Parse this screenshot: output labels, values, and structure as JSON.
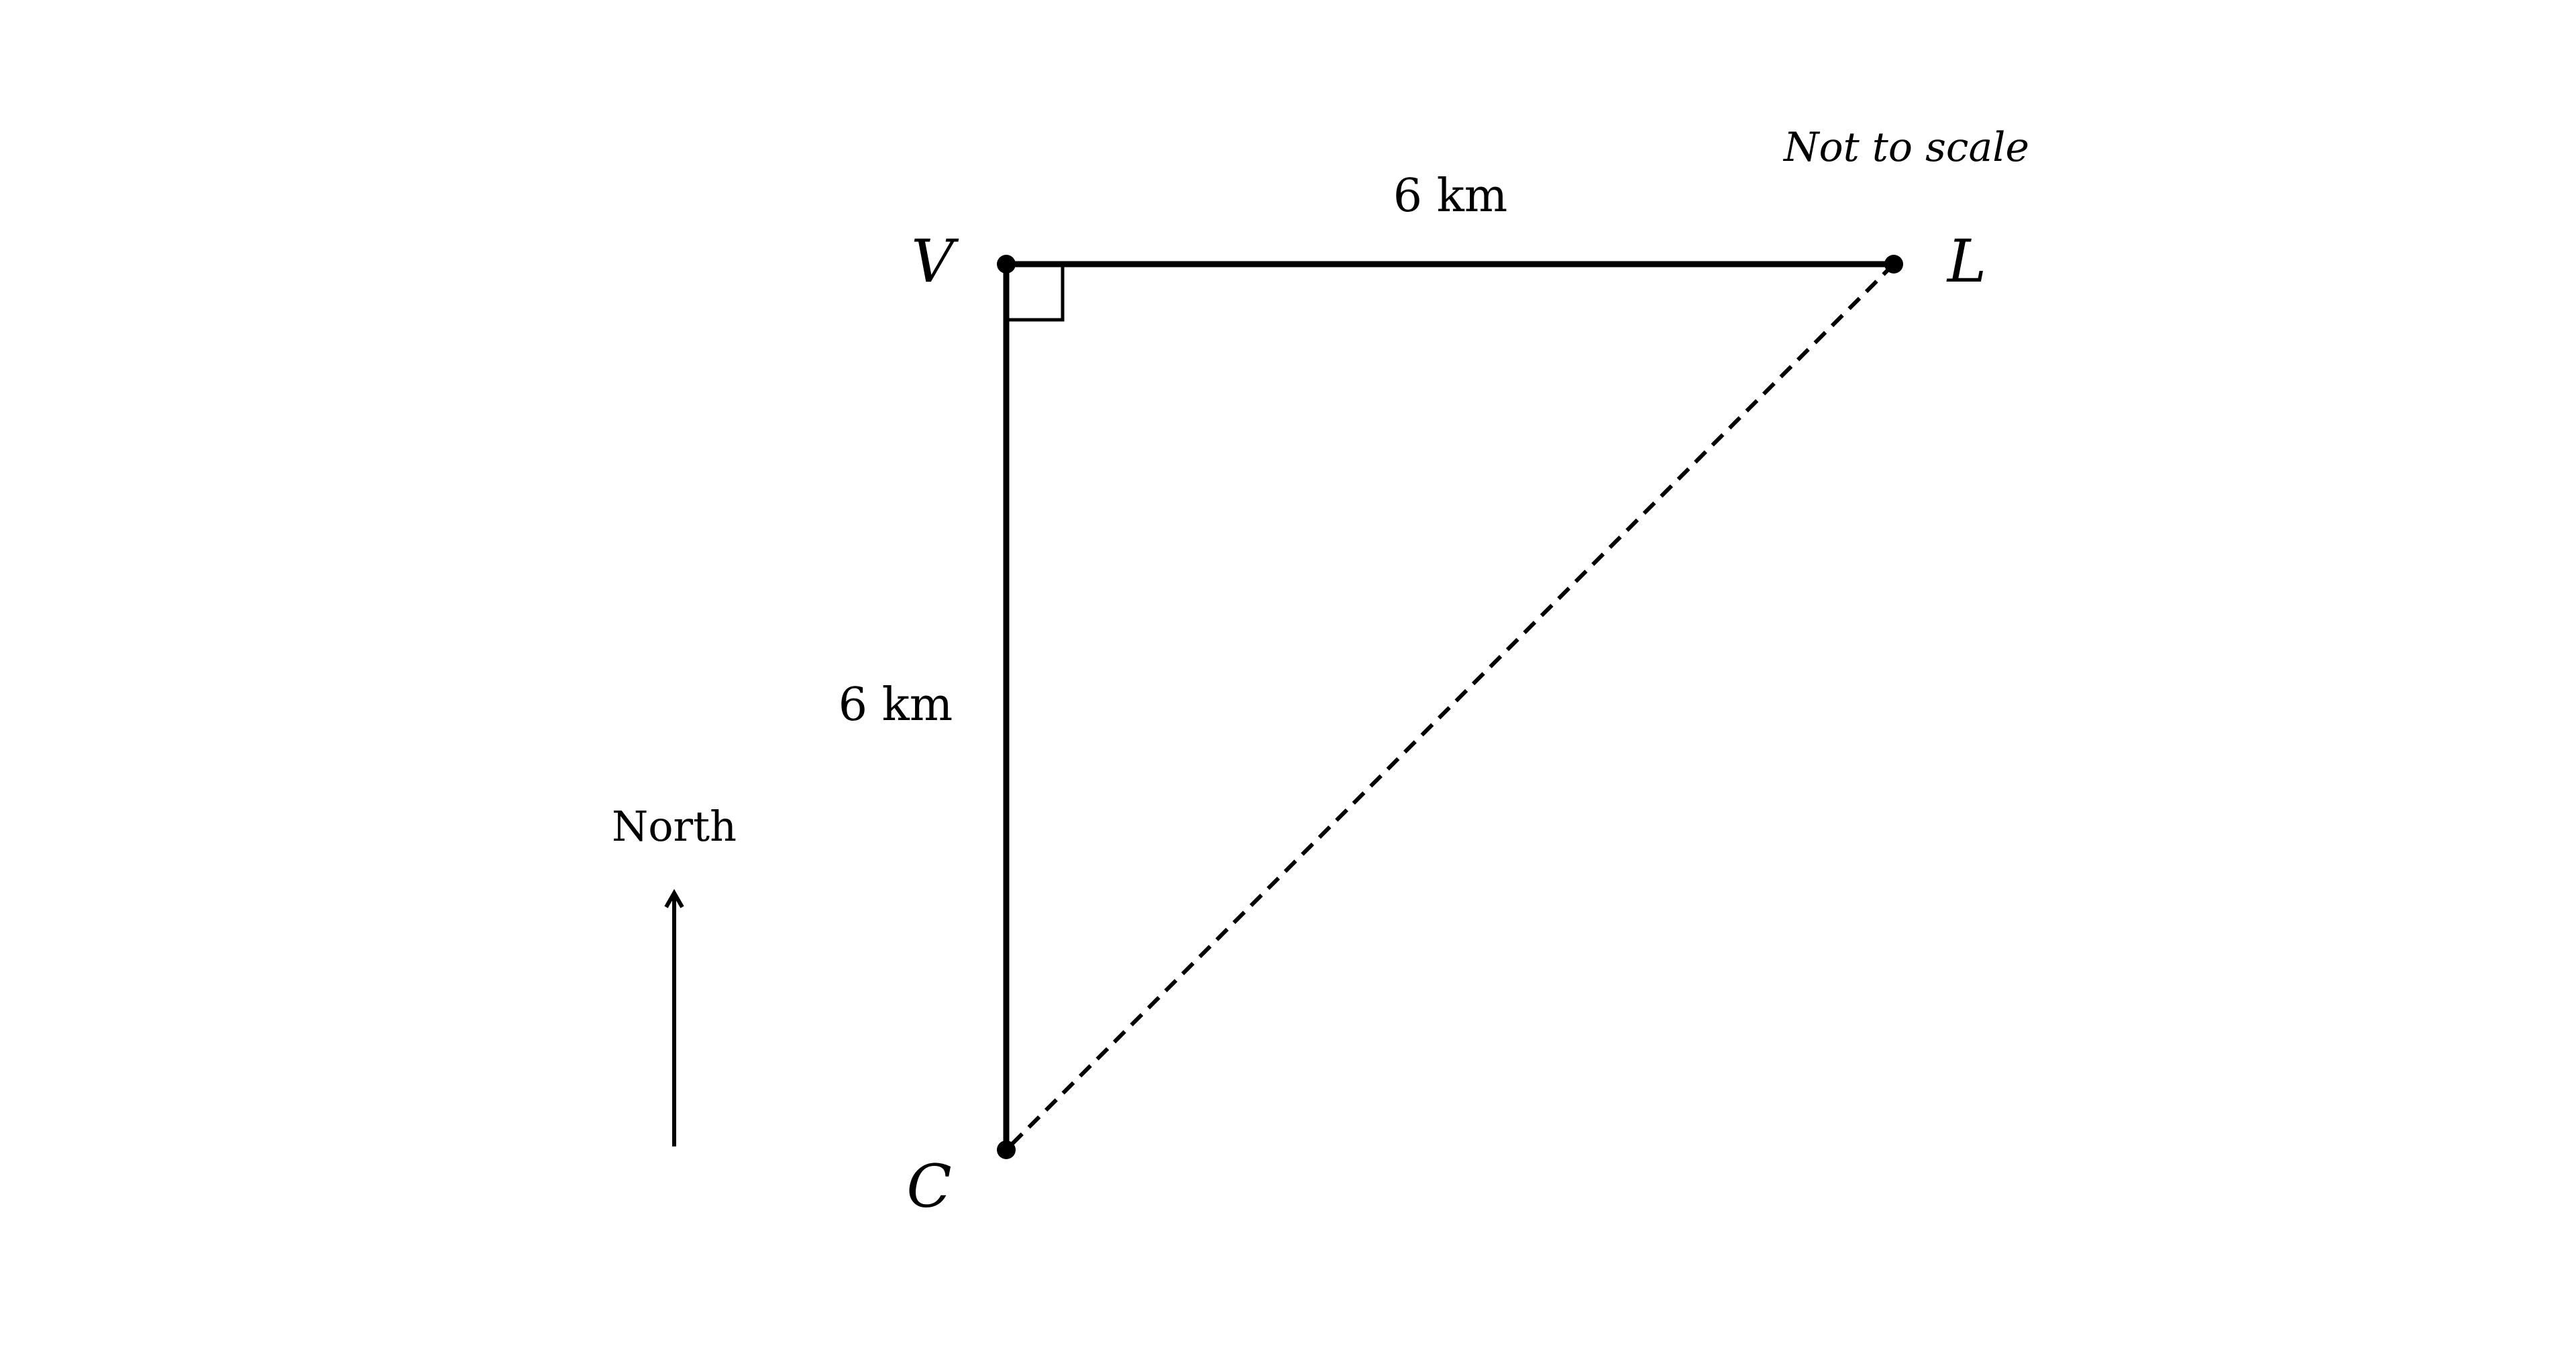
{
  "diagram": {
    "points": {
      "V": "V",
      "L": "L",
      "C": "C"
    },
    "side_VL": "6 km",
    "side_VC": "6 km",
    "note": "Not to scale",
    "north": "North"
  },
  "colors": {
    "line": "#000000",
    "background": "#ffffff"
  }
}
